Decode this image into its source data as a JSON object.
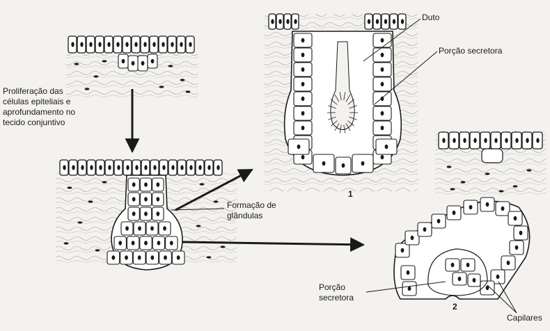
{
  "labels": {
    "proliferation": [
      "Proliferação das",
      "células epiteliais e",
      "aprofundamento no",
      "tecido conjuntivo"
    ],
    "formation": [
      "Formação de",
      "glândulas"
    ],
    "duct": "Duto",
    "secretory_top": "Porção secretora",
    "secretory_bottom": [
      "Porção",
      "secretora"
    ],
    "capillaries": "Capilares",
    "number_1": "1",
    "number_2": "2"
  },
  "colors": {
    "background": "#f3f2ee",
    "ink": "#1a1a1a",
    "cell_fill": "#ffffff",
    "tissue": "#b8b6b0"
  }
}
